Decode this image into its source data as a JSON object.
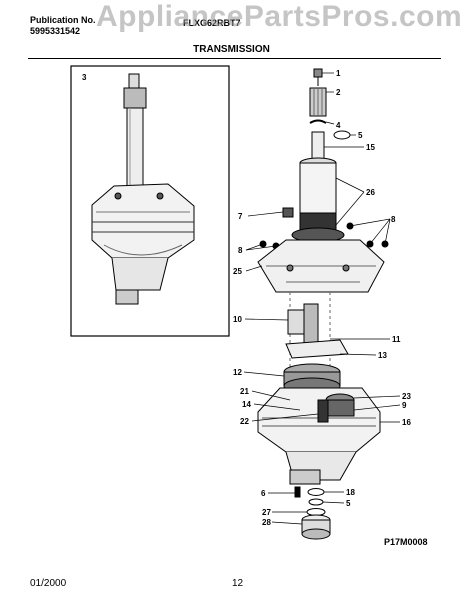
{
  "header": {
    "publication_label": "Publication No.",
    "publication_number": "5995331542",
    "model_number": "FLXG62RBT7",
    "watermark": "AppliancePartsPros.com"
  },
  "title": "TRANSMISSION",
  "inset_label": "3",
  "callouts": {
    "c1": "1",
    "c2": "2",
    "c4": "4",
    "c5a": "5",
    "c15": "15",
    "c26": "26",
    "c7": "7",
    "c8a": "8",
    "c8b": "8",
    "c25": "25",
    "c10": "10",
    "c11": "11",
    "c13": "13",
    "c12": "12",
    "c21": "21",
    "c14": "14",
    "c22": "22",
    "c23": "23",
    "c9": "9",
    "c16": "16",
    "c6": "6",
    "c18": "18",
    "c5b": "5",
    "c27": "27",
    "c28": "28"
  },
  "figure_code": "P17M0008",
  "footer": {
    "date": "01/2000",
    "page": "12"
  }
}
